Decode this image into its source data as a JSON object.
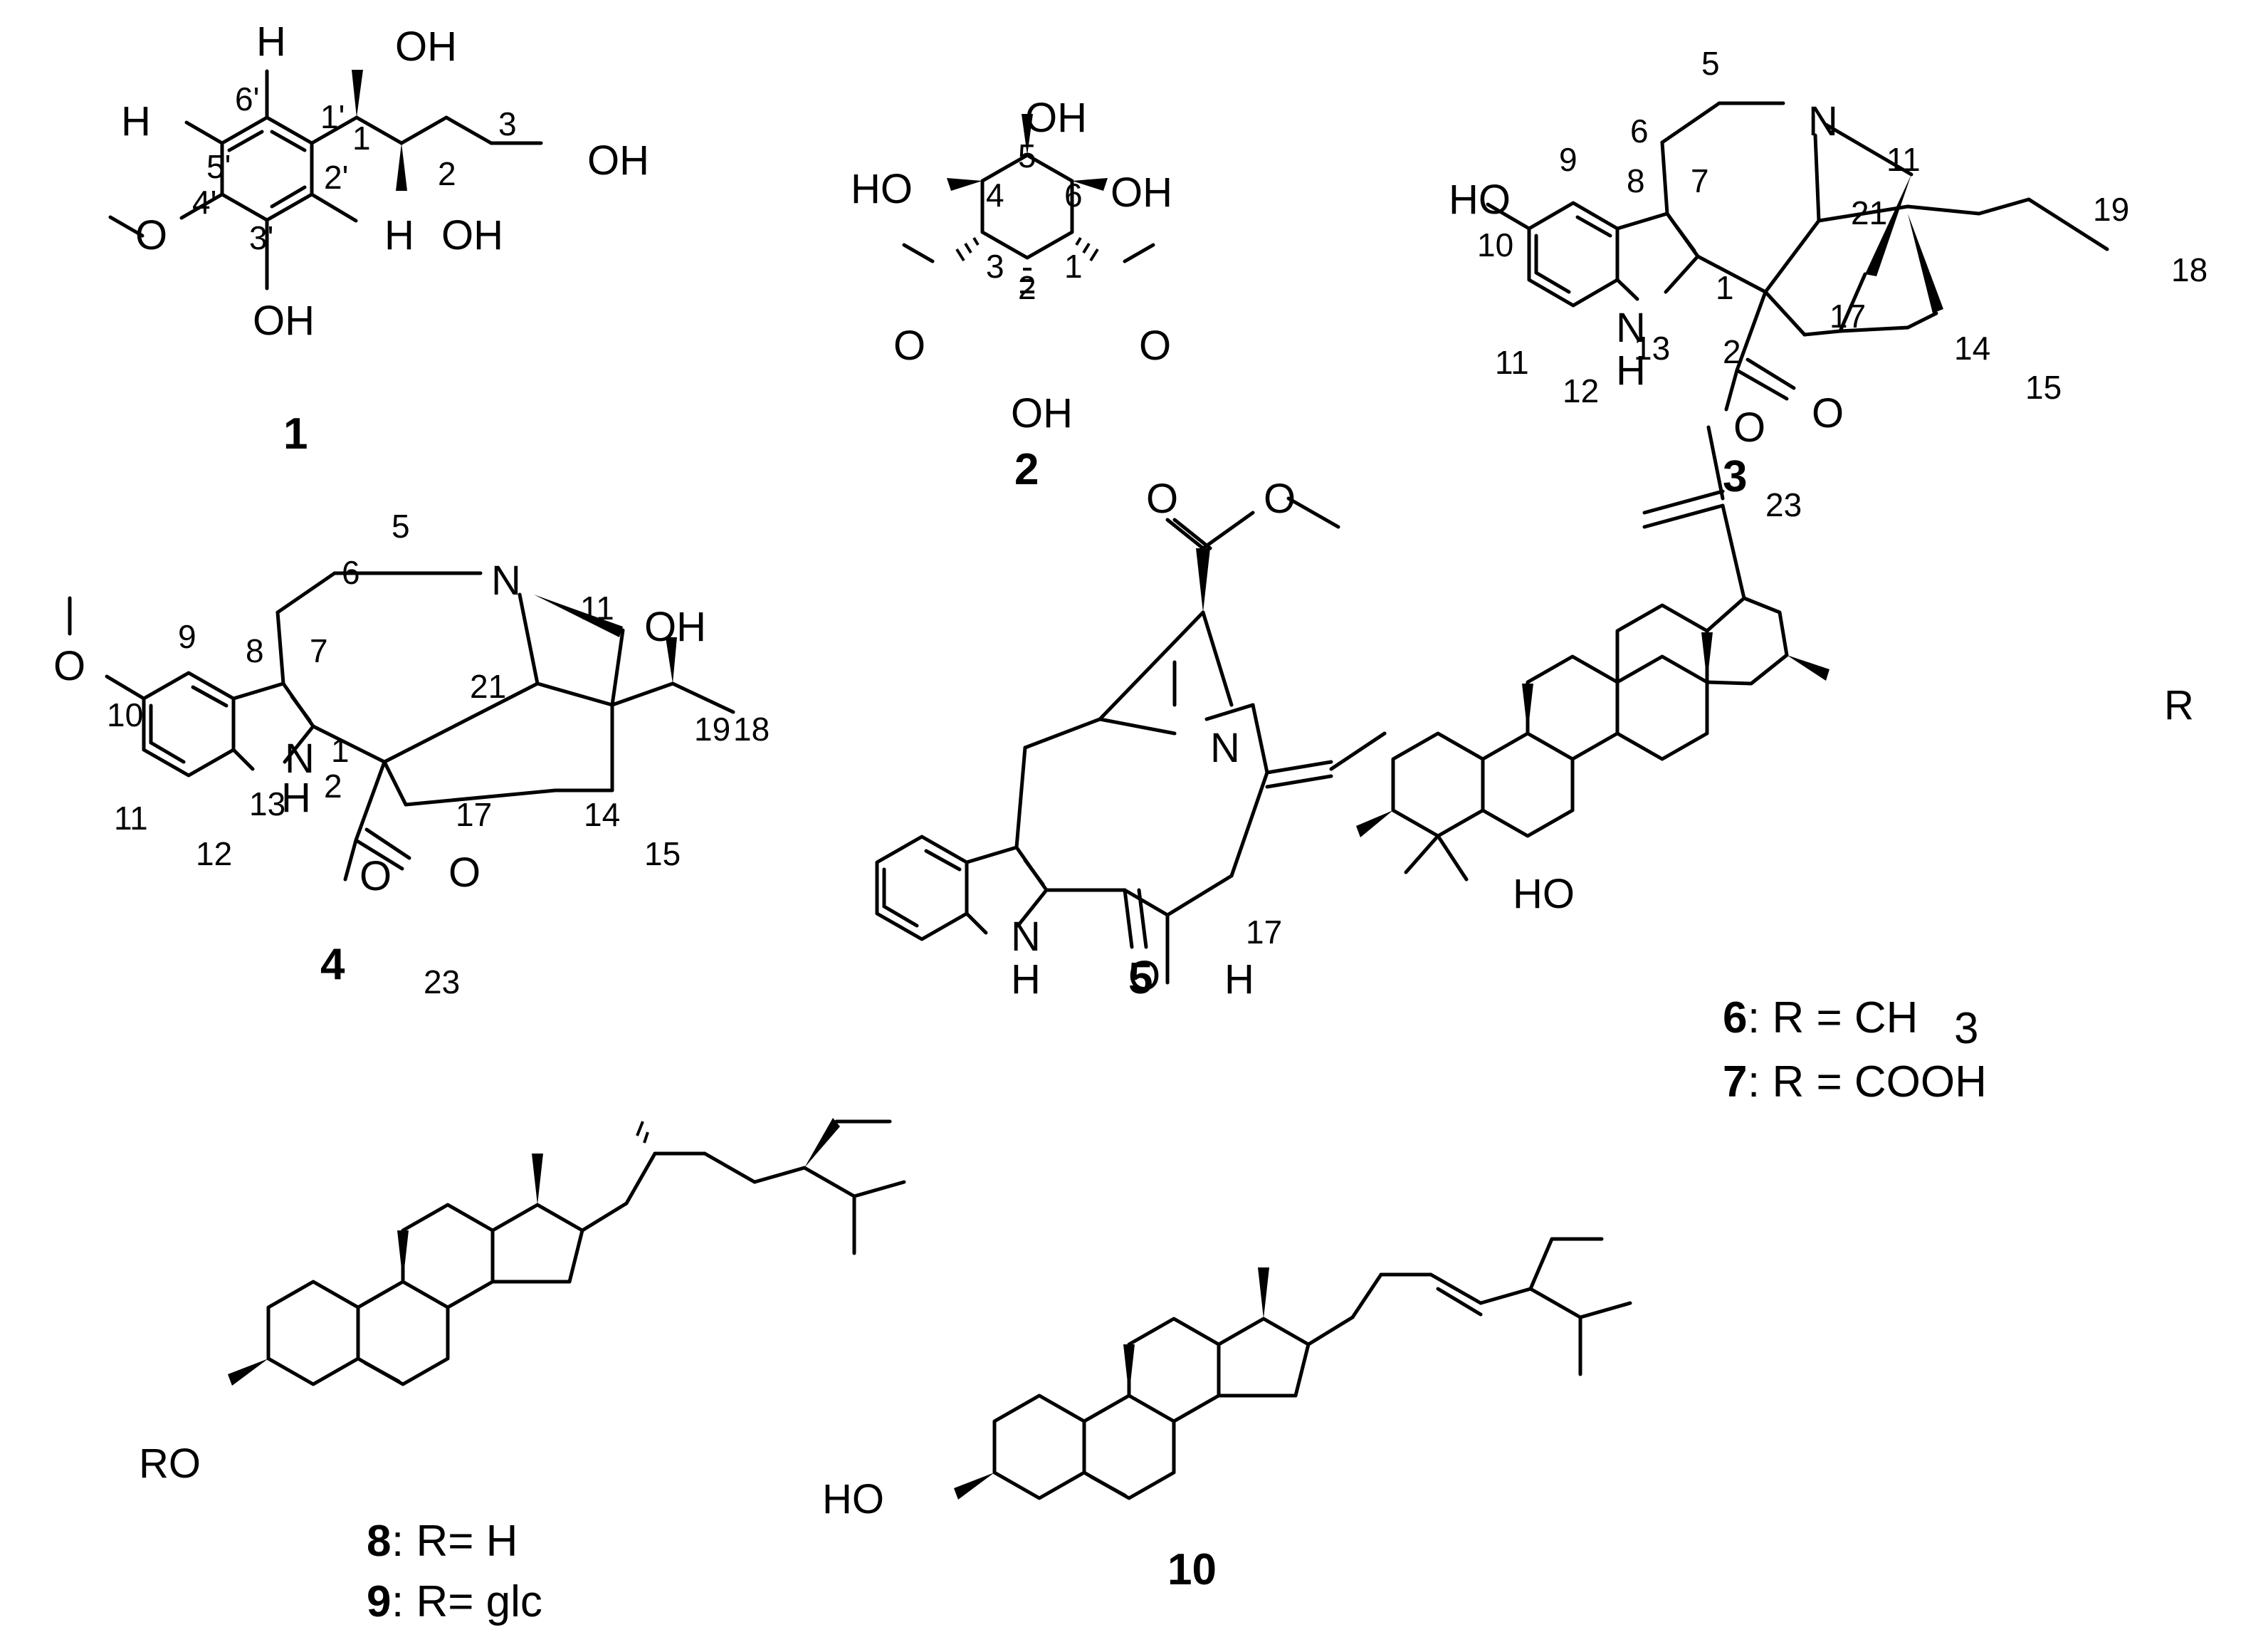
{
  "compounds": [
    {
      "id": "1",
      "label": "1",
      "atoms": [
        "H",
        "H",
        "OH",
        "OH",
        "OH",
        "O",
        "OH",
        "H"
      ],
      "locants": [
        "6'",
        "1'",
        "1",
        "5'",
        "2'",
        "2",
        "3",
        "4'",
        "3'"
      ]
    },
    {
      "id": "2",
      "label": "2",
      "atoms": [
        "OH",
        "HO",
        "OH",
        "O",
        "O",
        "OH"
      ],
      "locants": [
        "5",
        "4",
        "6",
        "3",
        "1",
        "2"
      ]
    },
    {
      "id": "3",
      "label": "3",
      "atoms": [
        "N",
        "HO",
        "N",
        "H",
        "O",
        "O"
      ],
      "locants": [
        "5",
        "6",
        "9",
        "8",
        "7",
        "11",
        "19",
        "21",
        "10",
        "18",
        "1",
        "2",
        "17",
        "14",
        "11",
        "13",
        "12",
        "15",
        "23"
      ]
    },
    {
      "id": "4",
      "label": "4",
      "atoms": [
        "N",
        "OH",
        "O",
        "N",
        "H",
        "O",
        "O"
      ],
      "locants": [
        "5",
        "6",
        "11",
        "9",
        "8",
        "7",
        "21",
        "19",
        "18",
        "10",
        "1",
        "2",
        "17",
        "14",
        "11",
        "13",
        "12",
        "15",
        "23"
      ]
    },
    {
      "id": "5",
      "label": "5",
      "atoms": [
        "O",
        "O",
        "N",
        "N",
        "H",
        "O",
        "H"
      ],
      "locants": [
        "17"
      ]
    },
    {
      "id": "6",
      "label": "6",
      "legend": ": R = CH",
      "legend_sub": "3",
      "atoms": [
        "R",
        "HO"
      ]
    },
    {
      "id": "7",
      "label": "7",
      "legend": ": R = COOH"
    },
    {
      "id": "8",
      "label": "8",
      "legend": ": R= H",
      "atoms": [
        "RO"
      ]
    },
    {
      "id": "9",
      "label": "9",
      "legend": ": R= glc"
    },
    {
      "id": "10",
      "label": "10",
      "atoms": [
        "HO"
      ]
    }
  ]
}
